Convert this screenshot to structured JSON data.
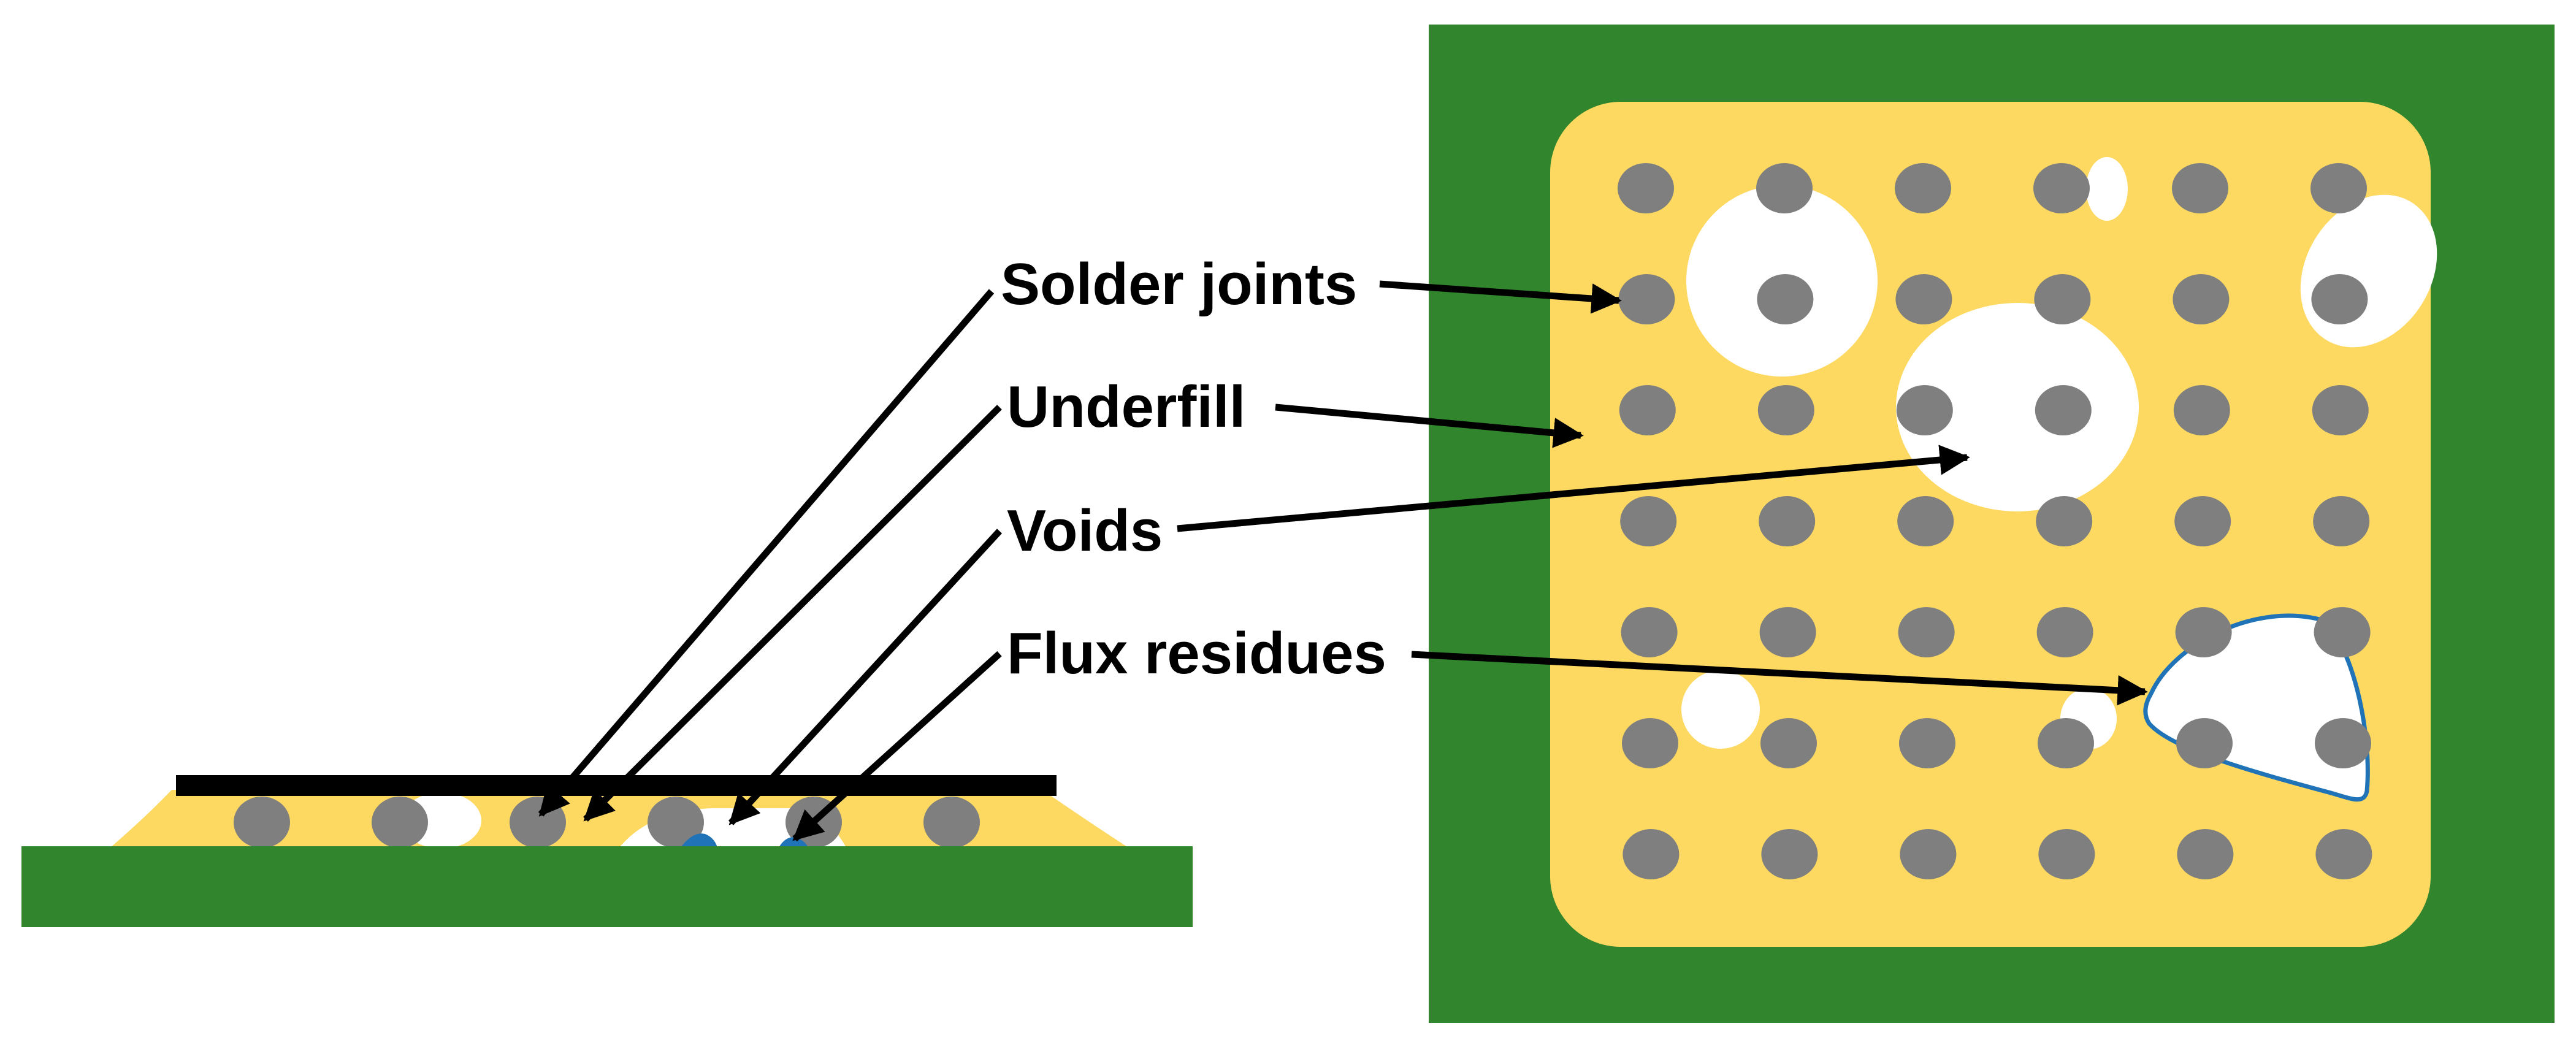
{
  "labels": {
    "solder_joints": "Solder joints",
    "underfill": "Underfill",
    "voids": "Voids",
    "flux_residues": "Flux residues"
  },
  "colors": {
    "substrate": "#31862d",
    "underfill": "#fdd961",
    "solder_joint": "#7f7f7f",
    "void": "#ffffff",
    "flux_residue": "#1f73b6",
    "arrow": "#000000",
    "die": "#000000"
  },
  "cross_section": {
    "joint_count": 6
  },
  "top_view": {
    "grid_rows": 7,
    "grid_cols": 6
  }
}
